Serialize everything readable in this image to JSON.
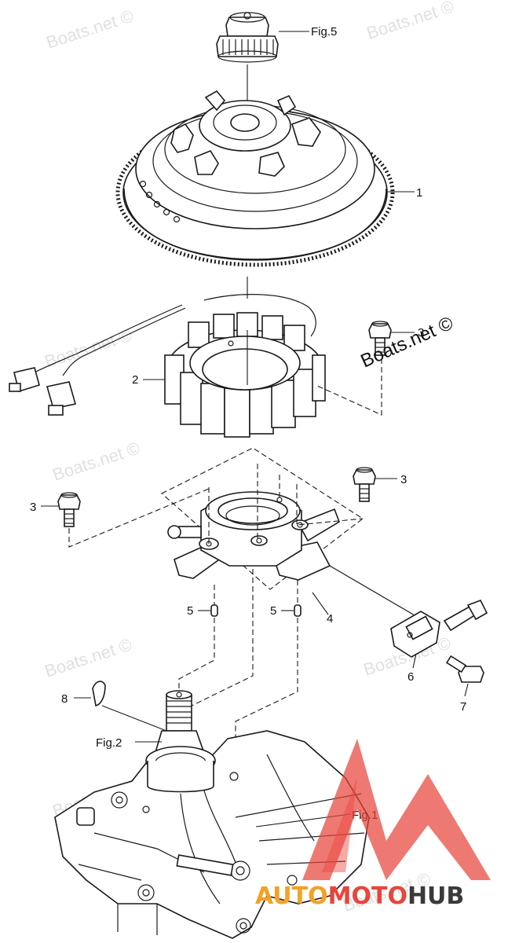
{
  "callouts": {
    "fig5": "Fig.5",
    "part1": "1",
    "part2": "2",
    "part3a": "3",
    "part3b": "3",
    "part3c": "3",
    "part4": "4",
    "part5a": "5",
    "part5b": "5",
    "part6": "6",
    "part7": "7",
    "part8": "8",
    "fig2": "Fig.2",
    "fig1": "Fig.1"
  },
  "watermarks": {
    "w1": "Boats.net ©",
    "w2": "Boats.net ©",
    "w3": "Boats.net ©",
    "w4": "Boats.net ©",
    "w5": "Boats.net ©",
    "w6": "Boats.net ©",
    "w7": "Boats.net ©",
    "w8": "Boats.net ©",
    "center": "Boats.net ©"
  },
  "logo": {
    "part1": "AUTO",
    "part2": "MOTO",
    "part3": "HUB",
    "color_red": "#e8453c",
    "color_orange": "#f4a124",
    "color_dark": "#3a3a3a"
  }
}
